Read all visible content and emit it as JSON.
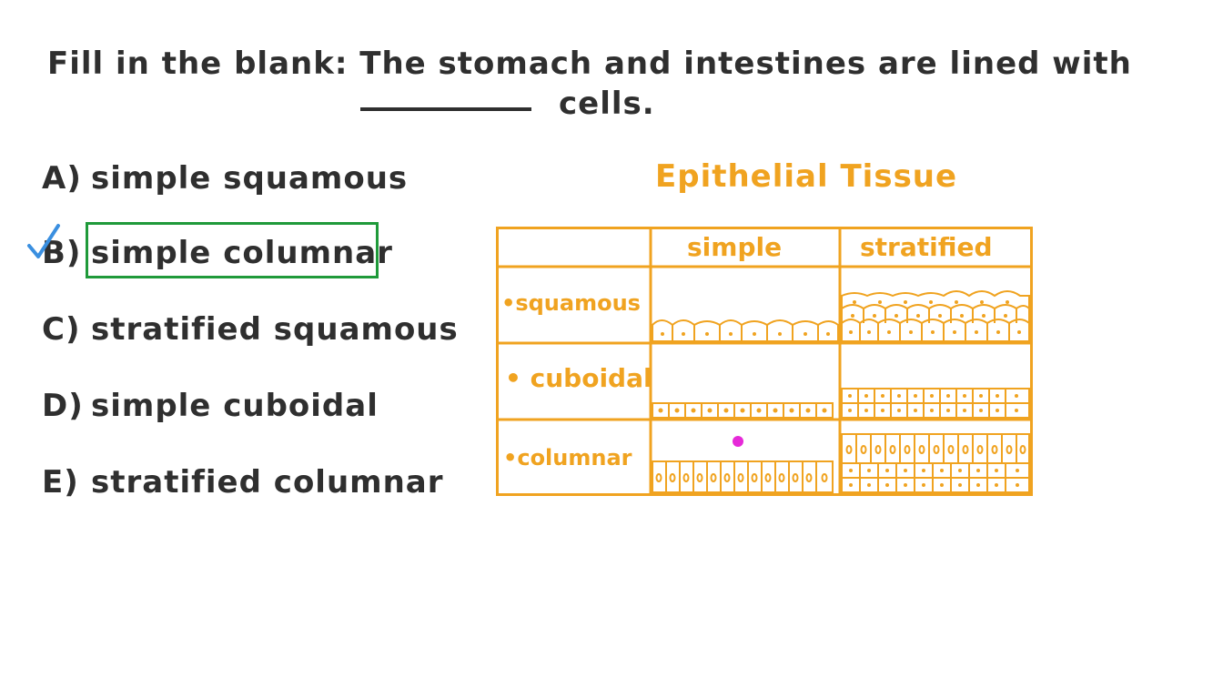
{
  "question": {
    "line1": "Fill in the blank: The stomach and intestines are lined with",
    "line2": "cells."
  },
  "options": [
    {
      "letter": "A)",
      "text": "simple squamous"
    },
    {
      "letter": "B)",
      "text": "simple columnar",
      "selected": true
    },
    {
      "letter": "C)",
      "text": "stratified squamous"
    },
    {
      "letter": "D)",
      "text": "simple cuboidal"
    },
    {
      "letter": "E)",
      "text": "stratified columnar"
    }
  ],
  "table": {
    "title": "Epithelial Tissue",
    "col_headers": [
      "simple",
      "stratified"
    ],
    "row_labels": [
      "•squamous",
      "• cuboidal",
      "•columnar"
    ]
  },
  "colors": {
    "accent": "#f0a320",
    "correct_box": "#1f9a3a",
    "check": "#3a8fe0",
    "pointer": "#e629d8",
    "text": "#2f2f2f"
  },
  "icons": [
    "check-icon"
  ]
}
